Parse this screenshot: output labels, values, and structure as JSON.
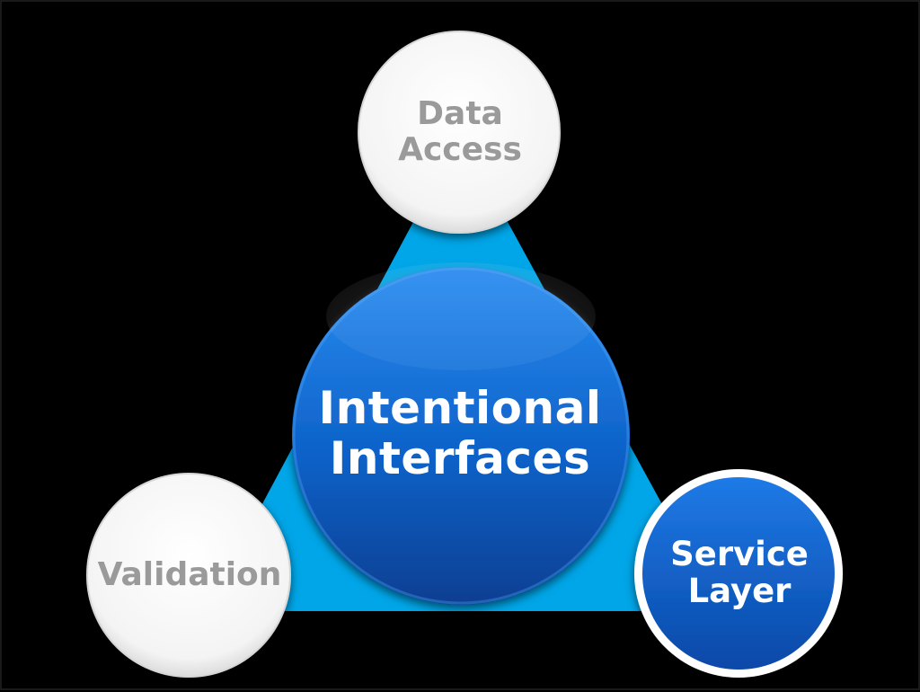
{
  "diagram": {
    "center": {
      "line1": "Intentional",
      "line2": "Interfaces"
    },
    "top_node": {
      "line1": "Data",
      "line2": "Access"
    },
    "left_node": {
      "line1": "Validation"
    },
    "right_node": {
      "line1": "Service",
      "line2": "Layer"
    }
  },
  "colors": {
    "background": "#000000",
    "triangle": "#00a6e8",
    "center_light": "#2a8cf0",
    "center_dark": "#0a3f96",
    "outer_node_fill": "#ffffff",
    "outer_node_text": "#9a9a9a",
    "highlight_node_fill": "#0a5cc8"
  }
}
